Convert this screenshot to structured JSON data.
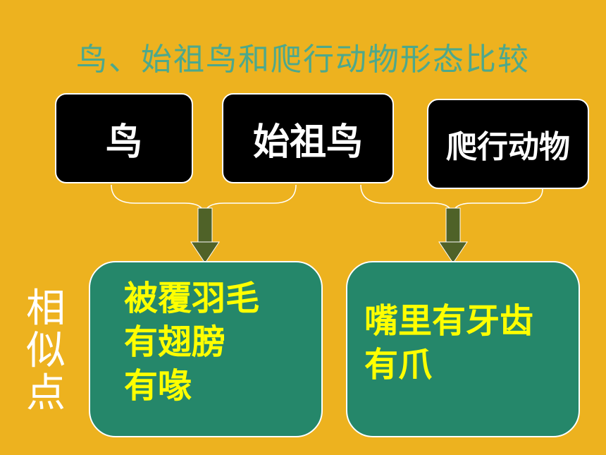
{
  "title": "鸟、始祖鸟和爬行动物形态比较",
  "boxes": {
    "bird": "鸟",
    "archaeopteryx": "始祖鸟",
    "reptile": "爬行动物"
  },
  "similarities_label": [
    "相",
    "似",
    "点"
  ],
  "left_group": [
    "被覆羽毛",
    "有翅膀",
    "有喙"
  ],
  "right_group": [
    "嘴里有牙齿",
    "有爪"
  ],
  "colors": {
    "background": "#EDB21F",
    "title": "#4DA88C",
    "box": "#000000",
    "green_box": "#25876A",
    "green_text": "#FFFF00",
    "arrow": "#4F6228"
  }
}
